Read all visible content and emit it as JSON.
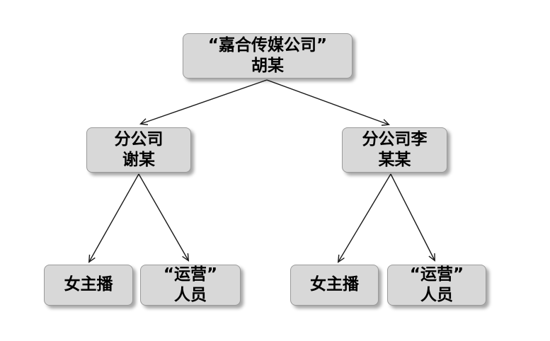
{
  "diagram": {
    "nodes": {
      "root": {
        "label": "“嘉合传媒公司”\n胡某"
      },
      "branch_left": {
        "label": "分公司\n谢某"
      },
      "branch_right": {
        "label": "分公司李\n某某"
      },
      "anchor_left": {
        "label": "女主播"
      },
      "ops_left": {
        "label": "“运营”\n人员"
      },
      "anchor_right": {
        "label": "女主播"
      },
      "ops_right": {
        "label": "“运营”\n人员"
      }
    },
    "edges": [
      {
        "from": "root",
        "to": "branch_left"
      },
      {
        "from": "root",
        "to": "branch_right"
      },
      {
        "from": "branch_left",
        "to": "anchor_left"
      },
      {
        "from": "branch_left",
        "to": "ops_left"
      },
      {
        "from": "branch_right",
        "to": "anchor_right"
      },
      {
        "from": "branch_right",
        "to": "ops_right"
      }
    ],
    "colors": {
      "background": "#ffffff",
      "box_fill": "#d8d8d8",
      "box_border": "#9a9a9a",
      "text": "#000000",
      "arrow": "#1a1a1a"
    }
  }
}
